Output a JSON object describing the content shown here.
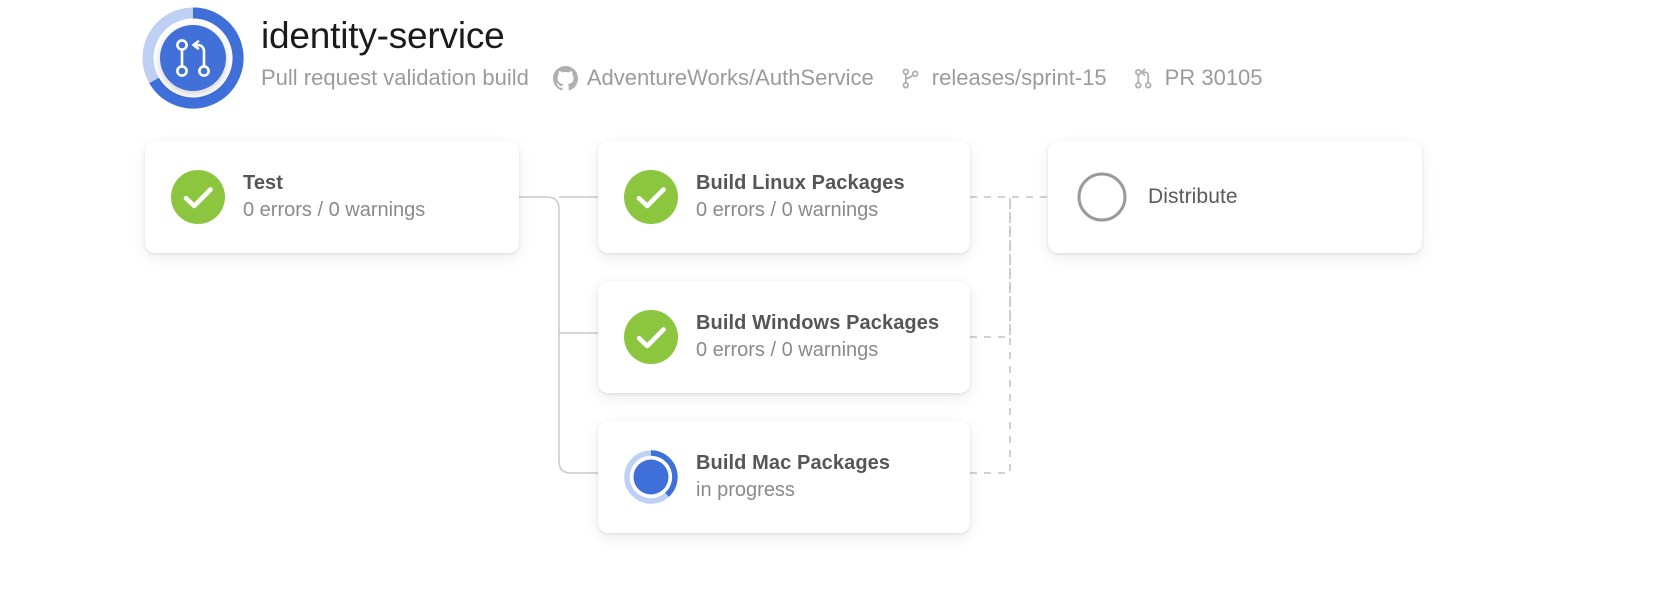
{
  "header": {
    "logo_icon": "pull-request-icon",
    "title": "identity-service",
    "subtitle": "Pull request validation build",
    "repo_icon": "github-icon",
    "repo": "AdventureWorks/AuthService",
    "branch_icon": "branch-icon",
    "branch": "releases/sprint-15",
    "pr_icon": "pull-request-icon",
    "pr": "PR 30105"
  },
  "colors": {
    "success": "#8cc63f",
    "in_progress": "#3f6fd8",
    "pending_outline": "#9a9a9a",
    "wire": "#c9c9c9",
    "title": "#1b1b1b",
    "muted": "#9b9b9b"
  },
  "pipeline": {
    "stages": [
      {
        "id": "test",
        "title": "Test",
        "subtitle": "0 errors / 0 warnings",
        "status": "succeeded",
        "icon": "check-circle-icon"
      },
      {
        "id": "build-linux",
        "title": "Build Linux Packages",
        "subtitle": "0 errors / 0 warnings",
        "status": "succeeded",
        "icon": "check-circle-icon"
      },
      {
        "id": "build-windows",
        "title": "Build Windows Packages",
        "subtitle": "0 errors / 0 warnings",
        "status": "succeeded",
        "icon": "check-circle-icon"
      },
      {
        "id": "build-mac",
        "title": "Build Mac Packages",
        "subtitle": "in progress",
        "status": "in_progress",
        "icon": "spinner-icon"
      },
      {
        "id": "distribute",
        "title": "Distribute",
        "subtitle": "",
        "status": "pending",
        "icon": "empty-circle-icon"
      }
    ]
  }
}
